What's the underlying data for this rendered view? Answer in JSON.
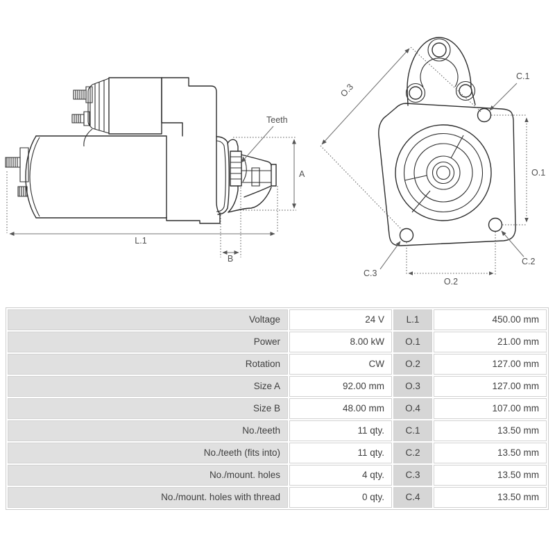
{
  "diagram": {
    "labels": {
      "teeth": "Teeth",
      "l1": "L.1",
      "a": "A",
      "b": "B",
      "o3": "O.3",
      "c1": "C.1",
      "o1": "O.1",
      "o2": "O.2",
      "c2": "C.2",
      "c3": "C.3"
    }
  },
  "colors": {
    "drawing_line": "#2d2d2d",
    "dimension_line": "#757575",
    "dimension_dotted": "#5e5e5e",
    "label_text": "#4f4f4f",
    "table_text": "#3e3e3e",
    "table_label_bg": "#e0e0e0",
    "table_dim_bg": "#d6d6d6",
    "table_border": "#cccccc"
  },
  "table": {
    "rows": [
      {
        "label": "Voltage",
        "value": "24 V",
        "dim": "L.1",
        "dim_value": "450.00 mm"
      },
      {
        "label": "Power",
        "value": "8.00 kW",
        "dim": "O.1",
        "dim_value": "21.00 mm"
      },
      {
        "label": "Rotation",
        "value": "CW",
        "dim": "O.2",
        "dim_value": "127.00 mm"
      },
      {
        "label": "Size A",
        "value": "92.00 mm",
        "dim": "O.3",
        "dim_value": "127.00 mm"
      },
      {
        "label": "Size B",
        "value": "48.00 mm",
        "dim": "O.4",
        "dim_value": "107.00 mm"
      },
      {
        "label": "No./teeth",
        "value": "11 qty.",
        "dim": "C.1",
        "dim_value": "13.50 mm"
      },
      {
        "label": "No./teeth (fits into)",
        "value": "11 qty.",
        "dim": "C.2",
        "dim_value": "13.50 mm"
      },
      {
        "label": "No./mount. holes",
        "value": "4 qty.",
        "dim": "C.3",
        "dim_value": "13.50 mm"
      },
      {
        "label": "No./mount. holes with thread",
        "value": "0 qty.",
        "dim": "C.4",
        "dim_value": "13.50 mm"
      }
    ]
  }
}
